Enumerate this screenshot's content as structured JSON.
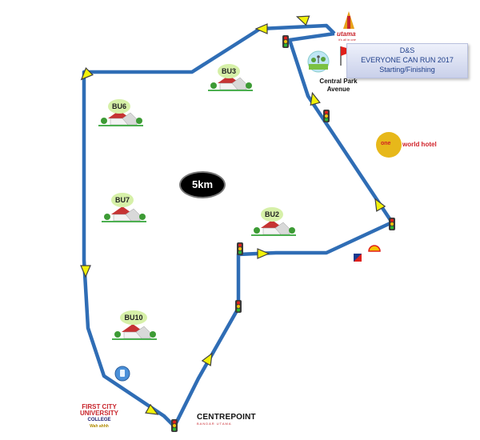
{
  "event": {
    "organizer": "D&S",
    "name": "EVERYONE CAN RUN 2017",
    "point_label": "Starting/Finishing"
  },
  "distance": "5km",
  "zones": [
    "BU3",
    "BU6",
    "BU7",
    "BU2",
    "BU10"
  ],
  "landmarks": {
    "park": "Central Park Avenue",
    "park_line1": "Central Park",
    "park_line2": "Avenue",
    "hotel_prefix": "one",
    "hotel_name": "world hotel",
    "mall": "CENTREPOINT",
    "mall_tagline": "BANDAR UTAMA",
    "college_line1": "FIRST CITY",
    "college_line2": "UNIVERSITY",
    "college_line3": "COLLEGE",
    "college_tagline": "Wah ahhh",
    "mall_brand": "utama",
    "mall_brand_tagline": "it's all in one"
  },
  "colors": {
    "route": "#2f6db5",
    "arrow": "#f2f20a",
    "arrow_outline": "#404040",
    "traffic_light": "#3a3a3a",
    "flag": "#e0201b"
  },
  "icons": [
    "traffic-light-icon",
    "direction-arrow-icon",
    "house-icon",
    "flag-icon",
    "shell-logo-icon",
    "petronas-logo-icon",
    "water-station-icon",
    "runner-park-icon"
  ]
}
